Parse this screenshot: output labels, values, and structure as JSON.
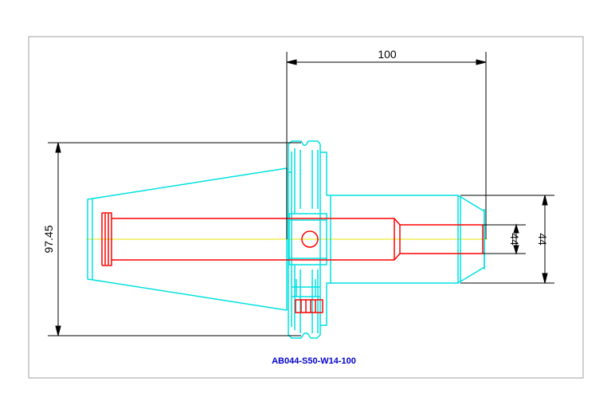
{
  "drawing": {
    "part_number": "AB044-S50-W14-100",
    "dimensions": {
      "length": "100",
      "flange_diameter": "97.45",
      "nose_diameter": "44",
      "bore_diameter": "44"
    }
  },
  "colors": {
    "holder": "#00e0e0",
    "bore": "#ff0000",
    "centerline": "#e6e600",
    "dimension": "#000000",
    "title": "#0000cc",
    "frame": "#a0a0a0"
  }
}
